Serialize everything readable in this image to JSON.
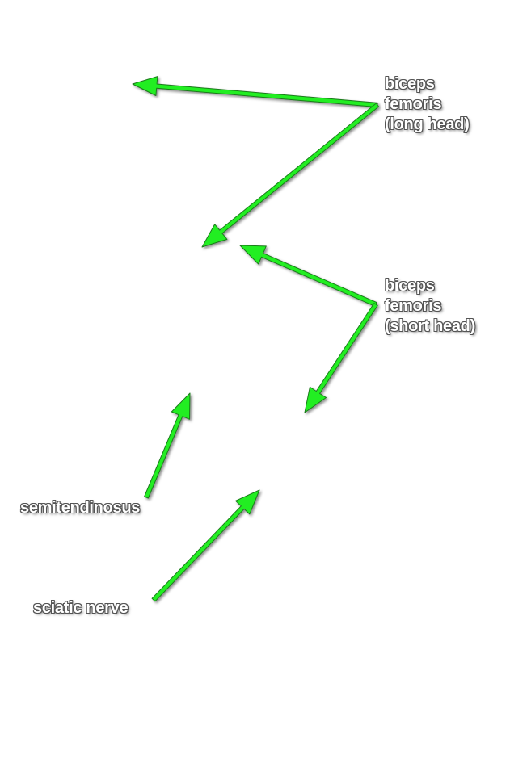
{
  "labels": {
    "biceps_femoris_long": [
      "biceps",
      "femoris",
      "(long head)"
    ],
    "biceps_femoris_short": [
      "biceps",
      "femoris",
      "(short head)"
    ],
    "semitendinosus": "semitendinosus",
    "sciatic_nerve": "sciatic nerve"
  },
  "colors": {
    "background": "#ffffff",
    "arrow_fill": "#22ee22",
    "arrow_outline": "#1a7a1a",
    "label_text": "#ffffff",
    "label_outline": "#555555"
  }
}
